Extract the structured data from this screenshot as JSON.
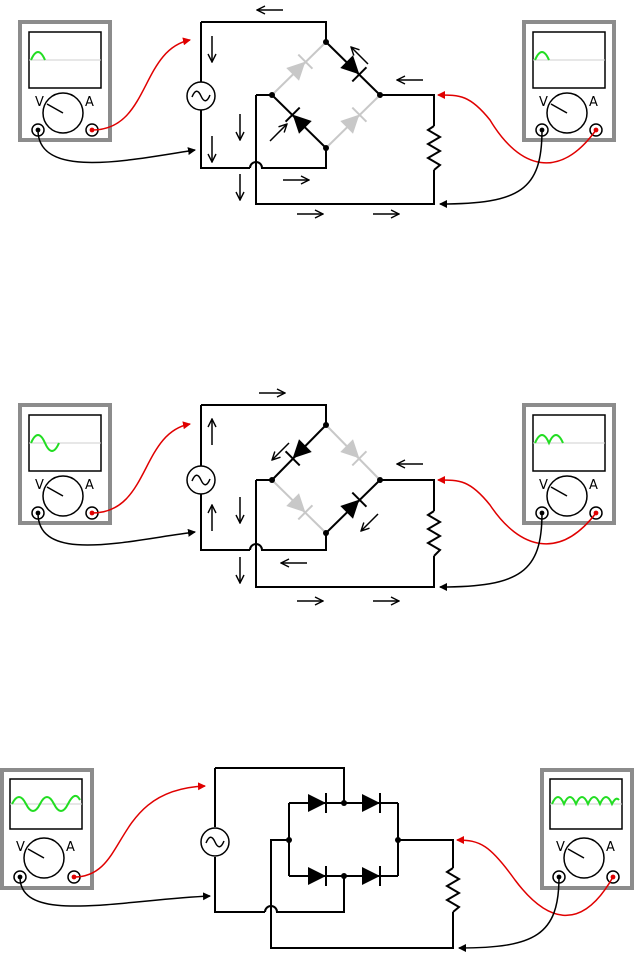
{
  "colors": {
    "trace": "#22dd22",
    "probe_red": "#e00000",
    "probe_black": "#000000",
    "meter_frame": "#8c8c8c",
    "diode_active": "#000000",
    "diode_inactive": "#c8c8c8"
  },
  "meter": {
    "volt_label": "V",
    "amp_label": "A"
  },
  "panels": [
    {
      "caption_state": "first half-cycle",
      "input_trace": "half-positive",
      "output_trace": "single-hump"
    },
    {
      "caption_state": "second half-cycle",
      "input_trace": "full-sine",
      "output_trace": "double-hump"
    },
    {
      "caption_state": "continuous",
      "input_trace": "multi-sine",
      "output_trace": "multi-hump"
    }
  ]
}
